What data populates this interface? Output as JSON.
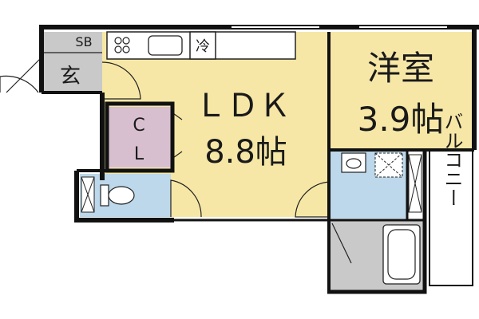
{
  "rooms": {
    "ldk": {
      "name": "ＬＤＫ",
      "size": "8.8帖"
    },
    "western": {
      "name": "洋室",
      "size": "3.9帖"
    },
    "entrance": {
      "name": "玄"
    },
    "shoe_box": {
      "name": "SB"
    },
    "closet": {
      "line1": "C",
      "line2": "L"
    },
    "balcony": {
      "name": "バルコニー"
    },
    "fridge": {
      "name": "冷"
    }
  },
  "colors": {
    "ldk": "#f6e7a6",
    "western": "#f6e7a6",
    "closet": "#d8bfd0",
    "water": "#bcd8ea",
    "entrance": "#c9c9c9",
    "wall": "#111111",
    "balcony": "#ffffff"
  },
  "icons": [
    "stove-icon",
    "sink-icon",
    "toilet-icon",
    "bathtub-icon",
    "washbasin-icon",
    "washing-machine-pan-icon"
  ]
}
